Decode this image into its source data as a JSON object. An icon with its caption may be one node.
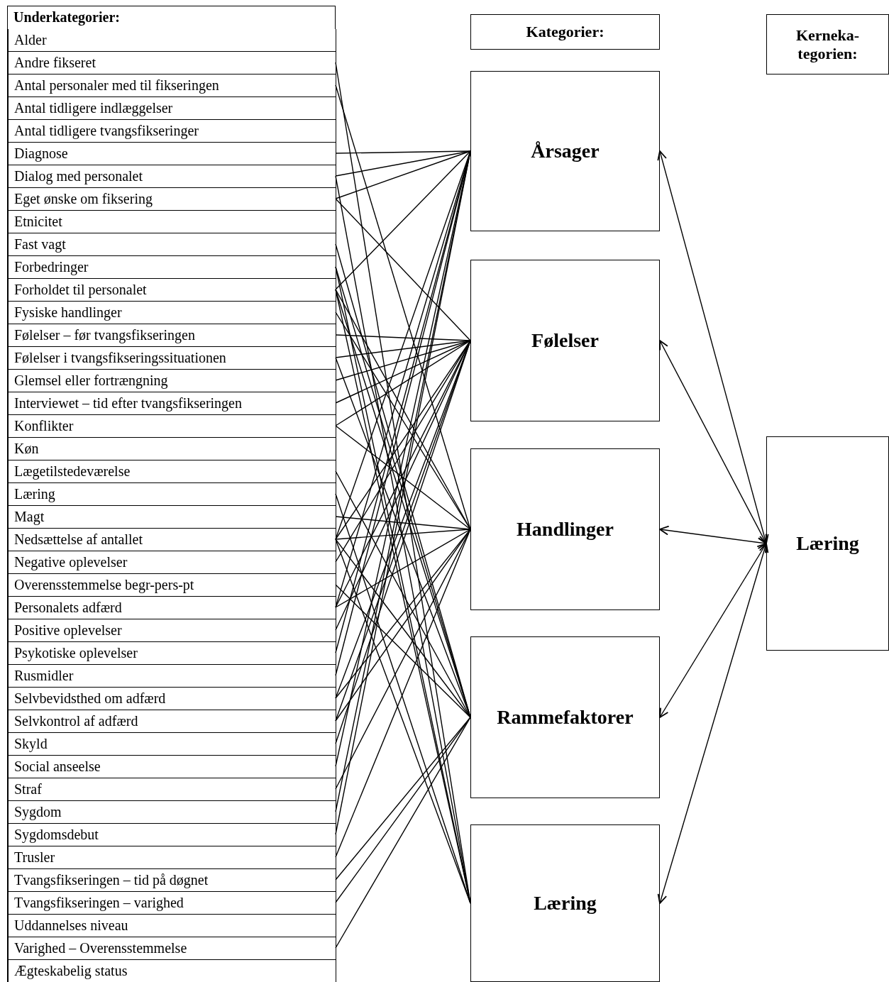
{
  "diagram": {
    "nodes": [
      {
        "text": [
          "Underkategorier:"
        ]
      },
      {
        "text": [
          "Alder"
        ],
        "in": 0
      },
      {
        "text": [
          "Andre fikseret"
        ],
        "in": 0
      },
      {
        "text": [
          "Antal personaler med til fikseringen"
        ],
        "in": 0
      },
      {
        "text": [
          "Antal tidligere indlæggelser"
        ],
        "in": 0
      },
      {
        "text": [
          "Antal tidligere tvangsfikseringer"
        ],
        "in": 0
      },
      {
        "text": [
          "Diagnose"
        ],
        "in": 0
      },
      {
        "text": [
          "Dialog med personalet"
        ],
        "in": 0
      },
      {
        "text": [
          "Eget ønske om fiksering"
        ],
        "in": 0
      },
      {
        "text": [
          "Etnicitet"
        ],
        "in": 0
      },
      {
        "text": [
          "Fast vagt"
        ],
        "in": 0
      },
      {
        "text": [
          "Forbedringer"
        ],
        "in": 0
      },
      {
        "text": [
          "Forholdet til personalet"
        ],
        "in": 0
      },
      {
        "text": [
          "Fysiske handlinger"
        ],
        "in": 0
      },
      {
        "text": [
          "Følelser – før tvangsfikseringen"
        ],
        "in": 0
      },
      {
        "text": [
          "Følelser i tvangsfikseringssituationen"
        ],
        "in": 0
      },
      {
        "text": [
          "Glemsel eller fortrængning"
        ],
        "in": 0
      },
      {
        "text": [
          "Interviewet – tid efter tvangsfikseringen"
        ],
        "in": 0
      },
      {
        "text": [
          "Konflikter"
        ],
        "in": 0
      },
      {
        "text": [
          "Køn"
        ],
        "in": 0
      },
      {
        "text": [
          "Lægetilstedeværelse"
        ],
        "in": 0
      },
      {
        "text": [
          "Læring"
        ],
        "in": 0
      },
      {
        "text": [
          "Magt"
        ],
        "in": 0
      },
      {
        "text": [
          "Nedsættelse af antallet"
        ],
        "in": 0
      },
      {
        "text": [
          "Negative oplevelser"
        ],
        "in": 0
      },
      {
        "text": [
          "Overensstemmelse begr-pers-pt"
        ],
        "in": 0
      },
      {
        "text": [
          "Personalets adfærd"
        ],
        "in": 0
      },
      {
        "text": [
          "Positive oplevelser"
        ],
        "in": 0
      },
      {
        "text": [
          "Psykotiske oplevelser"
        ],
        "in": 0
      },
      {
        "text": [
          "Rusmidler"
        ],
        "in": 0
      },
      {
        "text": [
          "Selvbevidsthed om adfærd"
        ],
        "in": 0
      },
      {
        "text": [
          "Selvkontrol af adfærd"
        ],
        "in": 0
      },
      {
        "text": [
          "Skyld"
        ],
        "in": 0
      },
      {
        "text": [
          "Social anseelse"
        ],
        "in": 0
      },
      {
        "text": [
          "Straf"
        ],
        "in": 0
      },
      {
        "text": [
          "Sygdom"
        ],
        "in": 0
      },
      {
        "text": [
          "Sygdomsdebut"
        ],
        "in": 0
      },
      {
        "text": [
          "Trusler"
        ],
        "in": 0
      },
      {
        "text": [
          "Tvangsfikseringen – tid på døgnet"
        ],
        "in": 0
      },
      {
        "text": [
          "Tvangsfikseringen – varighed"
        ],
        "in": 0
      },
      {
        "text": [
          "Uddannelses niveau"
        ],
        "in": 0
      },
      {
        "text": [
          "Varighed – Overensstemmelse"
        ],
        "in": 0
      },
      {
        "text": [
          "Ægteskabelig status"
        ],
        "in": 0
      },
      {
        "text": [
          "Kategorier:"
        ]
      },
      {
        "text": [
          "Kerneka-tegorien:"
        ]
      },
      {
        "text": [
          "Årsager"
        ]
      },
      {
        "text": [
          "Følelser"
        ]
      },
      {
        "text": [
          "Handlinger"
        ]
      },
      {
        "text": [
          "Rammefaktorer"
        ]
      },
      {
        "text": [
          "Læring"
        ]
      },
      {
        "text": [
          "Læring"
        ]
      }
    ],
    "edges": [
      {
        "from": 2,
        "to": 49,
        "arrow": "none"
      },
      {
        "from": 3,
        "to": 47,
        "arrow": "none"
      },
      {
        "from": 6,
        "to": 45,
        "arrow": "none"
      },
      {
        "from": 7,
        "to": 45,
        "arrow": "none"
      },
      {
        "from": 7,
        "to": 49,
        "arrow": "none"
      },
      {
        "from": 8,
        "to": 45,
        "arrow": "none"
      },
      {
        "from": 8,
        "to": 46,
        "arrow": "none"
      },
      {
        "from": 10,
        "to": 48,
        "arrow": "none"
      },
      {
        "from": 11,
        "to": 48,
        "arrow": "none"
      },
      {
        "from": 11,
        "to": 49,
        "arrow": "none"
      },
      {
        "from": 12,
        "to": 45,
        "arrow": "none"
      },
      {
        "from": 12,
        "to": 47,
        "arrow": "none"
      },
      {
        "from": 12,
        "to": 48,
        "arrow": "none"
      },
      {
        "from": 12,
        "to": 49,
        "arrow": "none"
      },
      {
        "from": 13,
        "to": 47,
        "arrow": "none"
      },
      {
        "from": 14,
        "to": 46,
        "arrow": "none"
      },
      {
        "from": 15,
        "to": 46,
        "arrow": "none"
      },
      {
        "from": 15,
        "to": 48,
        "arrow": "none"
      },
      {
        "from": 16,
        "to": 46,
        "arrow": "none"
      },
      {
        "from": 17,
        "to": 46,
        "arrow": "none"
      },
      {
        "from": 18,
        "to": 46,
        "arrow": "none"
      },
      {
        "from": 18,
        "to": 47,
        "arrow": "none"
      },
      {
        "from": 20,
        "to": 48,
        "arrow": "none"
      },
      {
        "from": 21,
        "to": 49,
        "arrow": "none"
      },
      {
        "from": 22,
        "to": 47,
        "arrow": "none"
      },
      {
        "from": 23,
        "to": 45,
        "arrow": "none"
      },
      {
        "from": 23,
        "to": 46,
        "arrow": "none"
      },
      {
        "from": 23,
        "to": 47,
        "arrow": "none"
      },
      {
        "from": 23,
        "to": 48,
        "arrow": "none"
      },
      {
        "from": 23,
        "to": 49,
        "arrow": "none"
      },
      {
        "from": 24,
        "to": 46,
        "arrow": "none"
      },
      {
        "from": 25,
        "to": 48,
        "arrow": "none"
      },
      {
        "from": 26,
        "to": 45,
        "arrow": "none"
      },
      {
        "from": 26,
        "to": 46,
        "arrow": "none"
      },
      {
        "from": 26,
        "to": 47,
        "arrow": "none"
      },
      {
        "from": 27,
        "to": 46,
        "arrow": "none"
      },
      {
        "from": 28,
        "to": 45,
        "arrow": "none"
      },
      {
        "from": 29,
        "to": 45,
        "arrow": "none"
      },
      {
        "from": 30,
        "to": 46,
        "arrow": "none"
      },
      {
        "from": 30,
        "to": 47,
        "arrow": "none"
      },
      {
        "from": 31,
        "to": 46,
        "arrow": "none"
      },
      {
        "from": 31,
        "to": 47,
        "arrow": "none"
      },
      {
        "from": 32,
        "to": 46,
        "arrow": "none"
      },
      {
        "from": 33,
        "to": 45,
        "arrow": "none"
      },
      {
        "from": 34,
        "to": 47,
        "arrow": "none"
      },
      {
        "from": 35,
        "to": 45,
        "arrow": "none"
      },
      {
        "from": 36,
        "to": 45,
        "arrow": "none"
      },
      {
        "from": 37,
        "to": 47,
        "arrow": "none"
      },
      {
        "from": 38,
        "to": 48,
        "arrow": "none"
      },
      {
        "from": 39,
        "to": 48,
        "arrow": "none"
      },
      {
        "from": 41,
        "to": 48,
        "arrow": "none"
      },
      {
        "from": 45,
        "to": 50,
        "arrow": "both"
      },
      {
        "from": 46,
        "to": 50,
        "arrow": "both"
      },
      {
        "from": 47,
        "to": 50,
        "arrow": "both"
      },
      {
        "from": 48,
        "to": 50,
        "arrow": "both"
      },
      {
        "from": 49,
        "to": 50,
        "arrow": "both"
      }
    ]
  }
}
